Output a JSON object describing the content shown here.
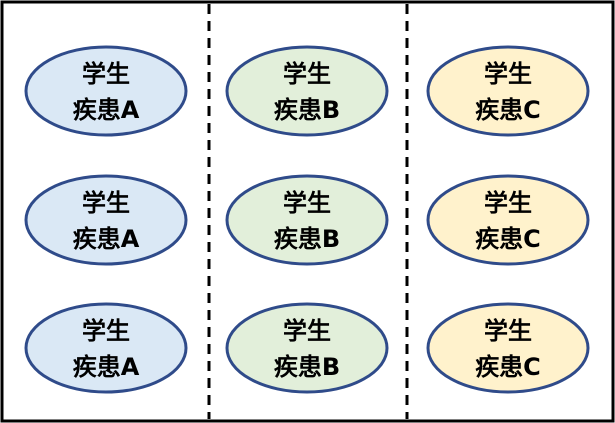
{
  "columns": [
    {
      "name": "A",
      "fill": "#dae8f5",
      "nodes": [
        {
          "line1": "学生",
          "line2": "疾患A"
        },
        {
          "line1": "学生",
          "line2": "疾患A"
        },
        {
          "line1": "学生",
          "line2": "疾患A"
        }
      ]
    },
    {
      "name": "B",
      "fill": "#e2efda",
      "nodes": [
        {
          "line1": "学生",
          "line2": "疾患B"
        },
        {
          "line1": "学生",
          "line2": "疾患B"
        },
        {
          "line1": "学生",
          "line2": "疾患B"
        }
      ]
    },
    {
      "name": "C",
      "fill": "#fff2cc",
      "nodes": [
        {
          "line1": "学生",
          "line2": "疾患C"
        },
        {
          "line1": "学生",
          "line2": "疾患C"
        },
        {
          "line1": "学生",
          "line2": "疾患C"
        }
      ]
    }
  ],
  "colors": {
    "border": "#000000",
    "ellipse_stroke": "#2f4b8a",
    "divider": "#000000",
    "text": "#000000"
  }
}
